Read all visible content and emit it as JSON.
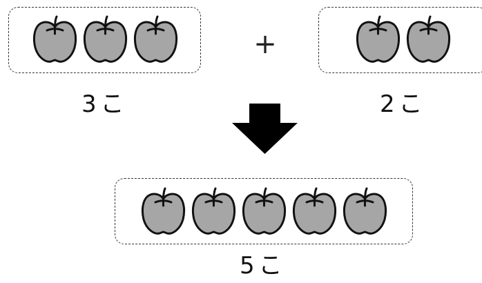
{
  "left_group": {
    "apple_count": 3,
    "label": "3こ"
  },
  "operator": {
    "symbol": "+"
  },
  "right_group": {
    "apple_count": 2,
    "label": "2こ"
  },
  "result_group": {
    "apple_count": 5,
    "label": "5こ"
  },
  "icons": {
    "apple": "apple-icon",
    "arrow": "down-arrow-icon"
  },
  "colors": {
    "apple_fill": "#a6a6a6",
    "outline": "#111111",
    "arrow": "#000000"
  }
}
